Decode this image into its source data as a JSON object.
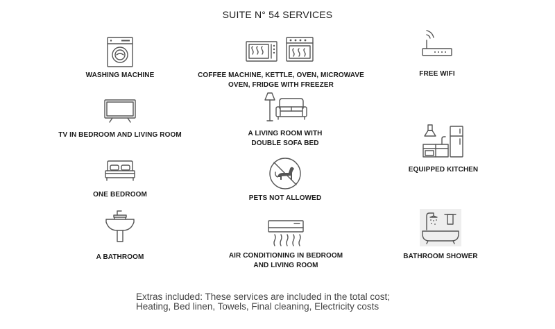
{
  "title": "SUITE N° 54 SERVICES",
  "services": [
    {
      "label": "WASHING MACHINE",
      "icon": "washing-machine-icon"
    },
    {
      "label": "COFFEE MACHINE, KETTLE, OVEN, MICROWAVE OVEN, FRIDGE WITH FREEZER",
      "icon": "microwave-oven-icon"
    },
    {
      "label": "FREE WIFI",
      "icon": "wifi-router-icon"
    },
    {
      "label": "TV IN BEDROOM AND LIVING ROOM",
      "icon": "tv-icon"
    },
    {
      "label": "A LIVING ROOM WITH DOUBLE SOFA BED",
      "icon": "sofa-lamp-icon"
    },
    {
      "label": "EQUIPPED KITCHEN",
      "icon": "kitchen-icon"
    },
    {
      "label": "ONE BEDROOM",
      "icon": "bed-icon"
    },
    {
      "label": "PETS NOT ALLOWED",
      "icon": "no-pets-icon"
    },
    {
      "label": "A BATHROOM",
      "icon": "sink-icon"
    },
    {
      "label": "AIR CONDITIONING IN BEDROOM AND LIVING ROOM",
      "icon": "air-conditioner-icon"
    },
    {
      "label": "BATHROOM SHOWER",
      "icon": "bathtub-shower-icon"
    }
  ],
  "extras": {
    "line1": "Extras included: These services are included in the total cost;",
    "line2": "Heating, Bed linen, Towels, Final cleaning, Electricity costs"
  }
}
